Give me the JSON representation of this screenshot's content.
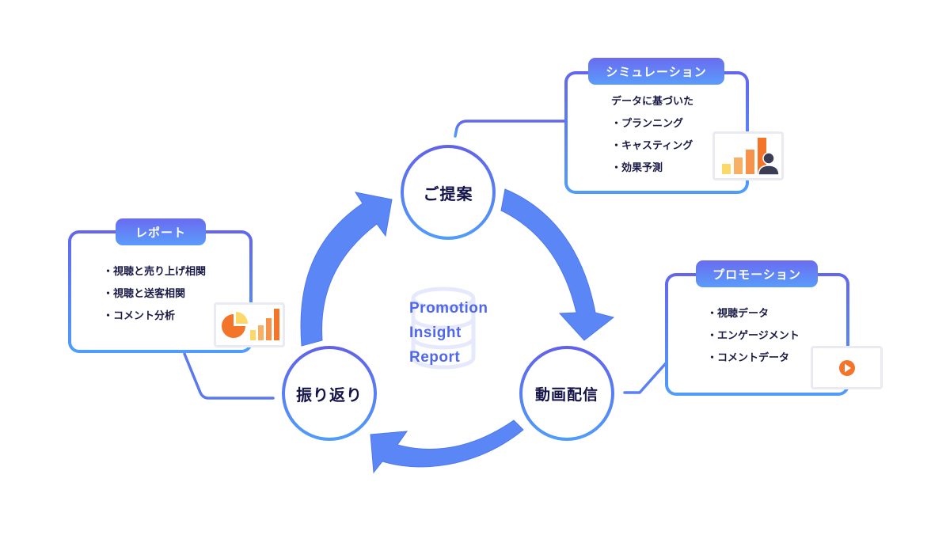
{
  "colors": {
    "accent_start": "#6366ee",
    "accent_end": "#4f9dfb",
    "arrow": "#5a87f5",
    "text_dark": "#14144a",
    "center_title": "#4f67ea",
    "orange": "#f4742a",
    "orange_mid": "#f7924a",
    "orange_light": "#f8b064",
    "yellow": "#fcd868",
    "person": "#3b3d55"
  },
  "center": {
    "icon": "database-icon",
    "title_lines": [
      "Promotion",
      "Insight",
      "Report"
    ]
  },
  "cycle_nodes": [
    {
      "id": "proposal",
      "label": "ご提案"
    },
    {
      "id": "delivery",
      "label": "動画配信"
    },
    {
      "id": "review",
      "label": "振り返り"
    }
  ],
  "arrows": [
    {
      "from": "proposal",
      "to": "delivery",
      "icon": "curved-arrow-icon"
    },
    {
      "from": "delivery",
      "to": "review",
      "icon": "curved-arrow-icon"
    },
    {
      "from": "review",
      "to": "proposal",
      "icon": "curved-arrow-icon"
    }
  ],
  "boxes": {
    "simulation": {
      "badge": "シミュレーション",
      "intro": "データに基づいた",
      "items": [
        "プランニング",
        "キャスティング",
        "効果予測"
      ],
      "icon": "bar-chart-person-icon"
    },
    "report": {
      "badge": "レポート",
      "items": [
        "視聴と売り上げ相関",
        "視聴と送客相関",
        "コメント分析"
      ],
      "icon": "pie-bar-chart-icon"
    },
    "promotion": {
      "badge": "プロモーション",
      "items": [
        "視聴データ",
        "エンゲージメント",
        "コメントデータ"
      ],
      "icon": "video-play-icon"
    }
  }
}
